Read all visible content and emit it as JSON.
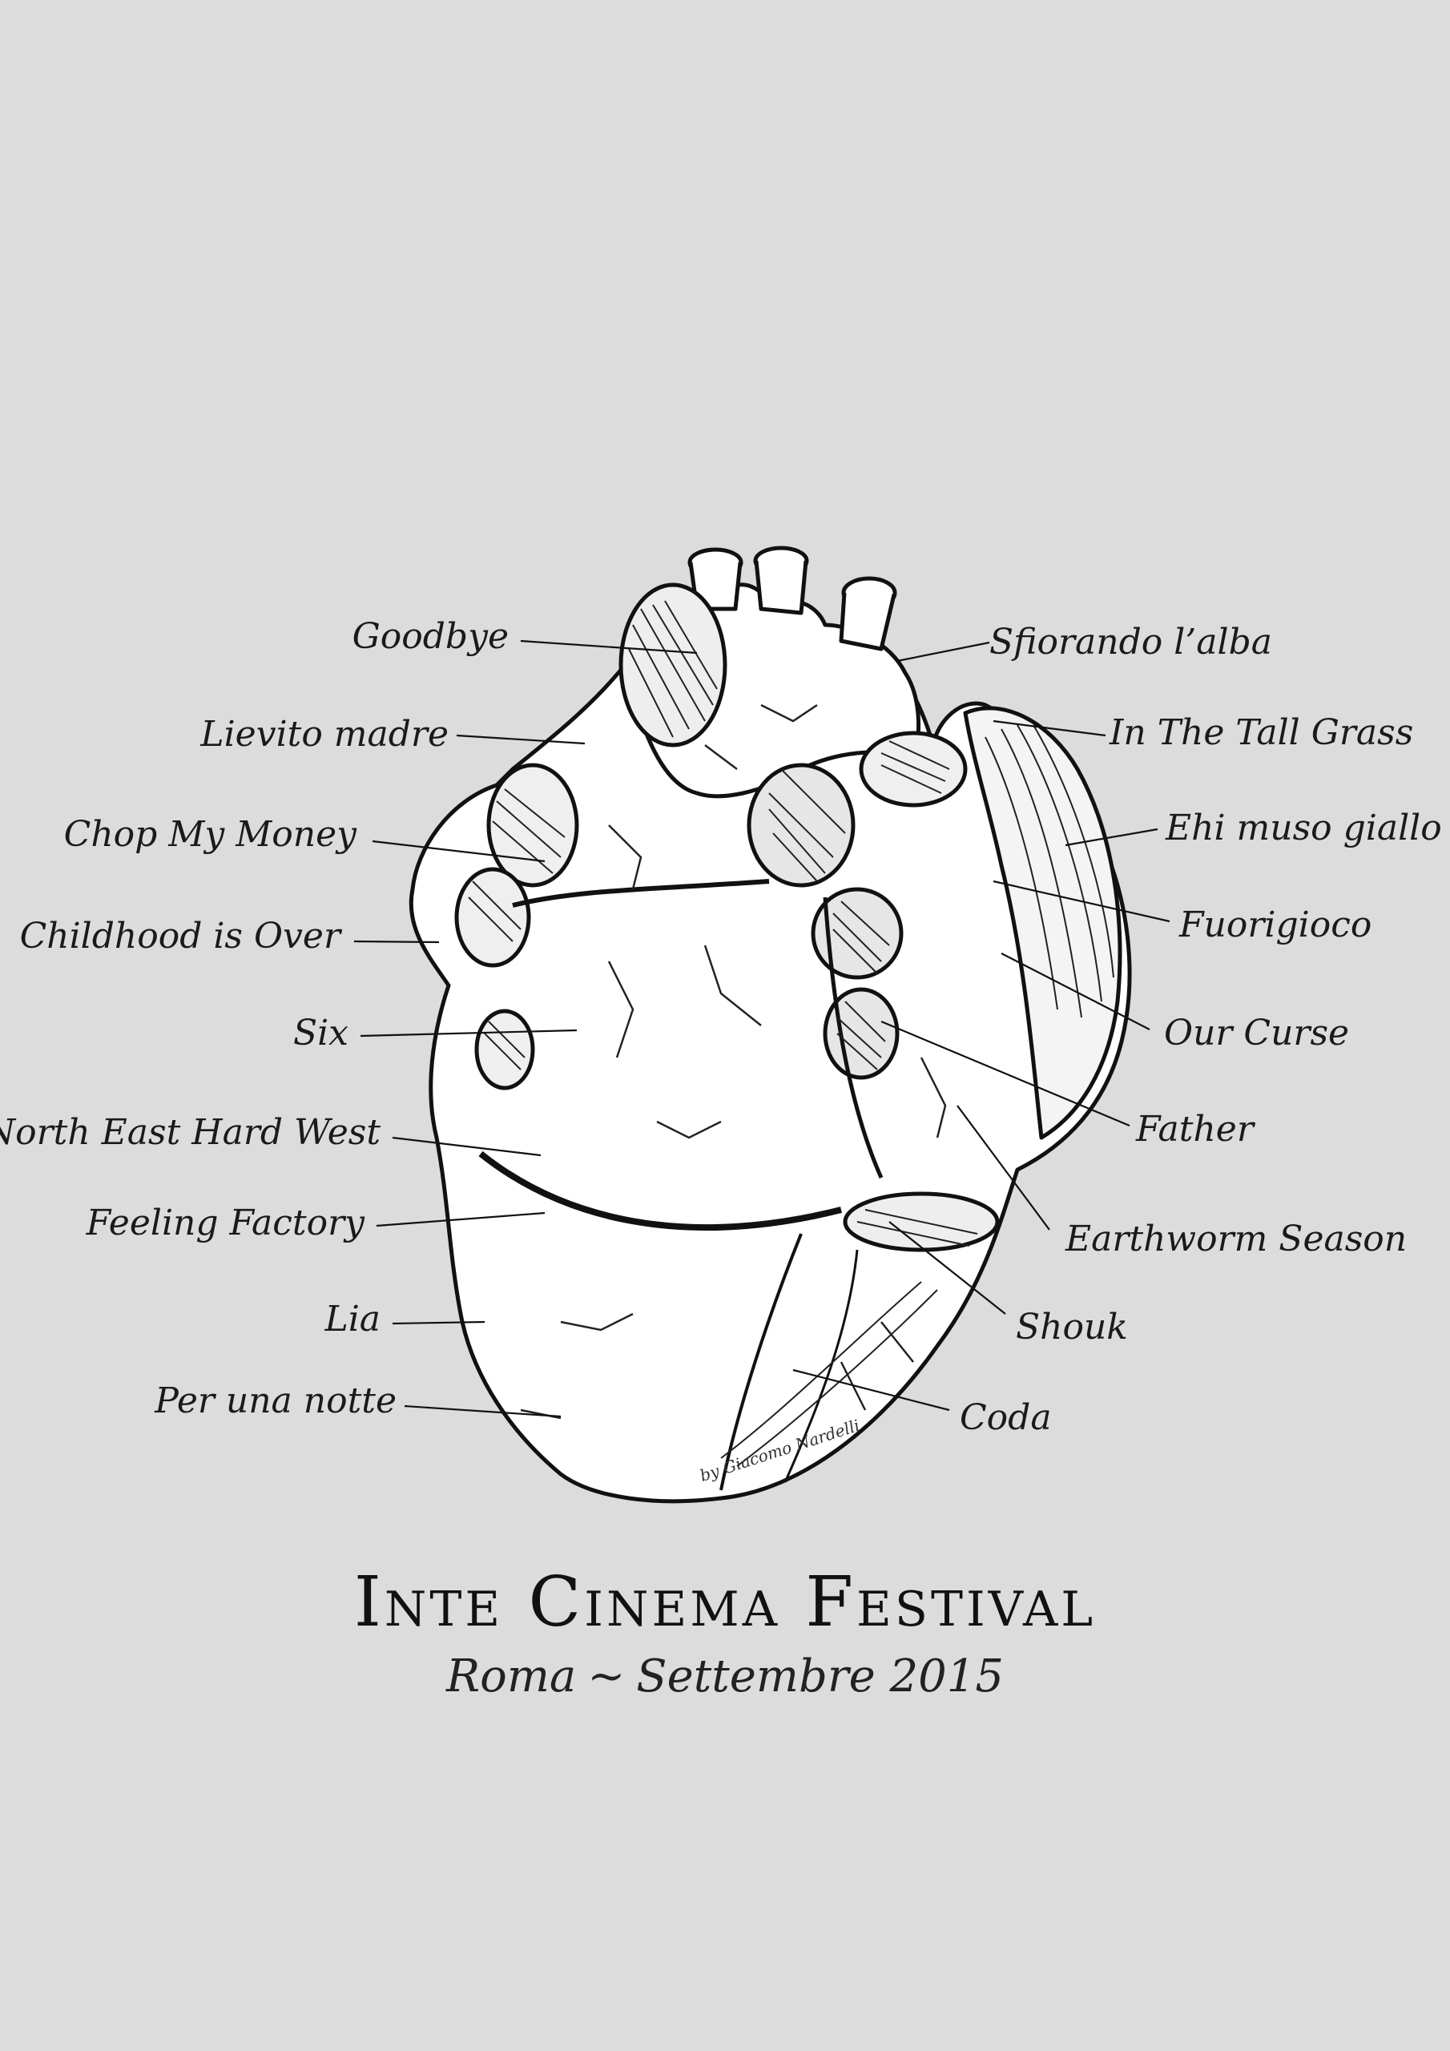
{
  "labels_left": [
    {
      "text": "Goodbye"
    },
    {
      "text": "Lievito madre"
    },
    {
      "text": "Chop My Money"
    },
    {
      "text": "Childhood is Over"
    },
    {
      "text": "Six"
    },
    {
      "text": "North East Hard West"
    },
    {
      "text": "Feeling Factory"
    },
    {
      "text": "Lia"
    },
    {
      "text": "Per una notte"
    }
  ],
  "labels_right": [
    {
      "text": "Sfiorando l’alba"
    },
    {
      "text": "In The Tall Grass"
    },
    {
      "text": "Ehi muso giallo"
    },
    {
      "text": "Fuorigioco"
    },
    {
      "text": "Our Curse"
    },
    {
      "text": "Father"
    },
    {
      "text": "Earthworm Season"
    },
    {
      "text": "Shouk"
    },
    {
      "text": "Coda"
    }
  ],
  "signature": "by Giacomo Nardelli",
  "title": "Inte Cinema Festival",
  "subtitle": {
    "city": "Roma",
    "swash": "~",
    "date": "Settembre 2015"
  },
  "colors": {
    "background": "#dcdcdc",
    "ink": "#111111",
    "heart_fill": "#ffffff"
  }
}
